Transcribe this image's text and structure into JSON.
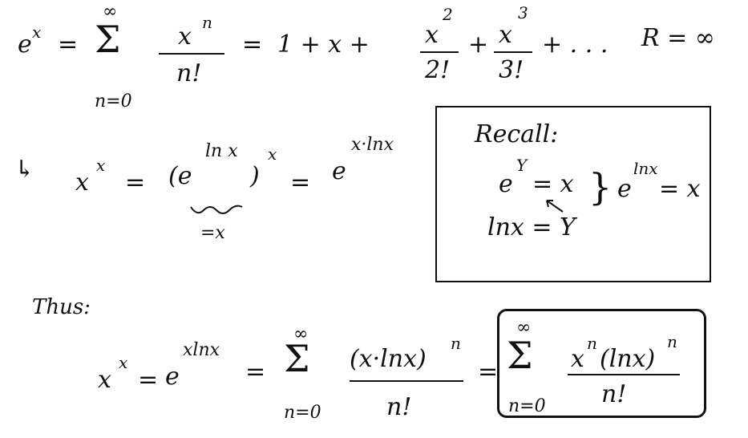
{
  "line1": {
    "lhs": "e",
    "lhs_exp": "x",
    "eq1": "=",
    "sum_top": "∞",
    "sigma": "Σ",
    "sum_bottom": "n=0",
    "frac_num": "x",
    "frac_num_exp": "n",
    "frac_den": "n!",
    "eq2": "=",
    "series_head": "1 + x +",
    "t2_num": "x",
    "t2_exp": "2",
    "t2_den": "2!",
    "plus": "+",
    "t3_num": "x",
    "t3_exp": "3",
    "t3_den": "3!",
    "tail": "+ . . .",
    "radius": "R = ∞"
  },
  "line2": {
    "arrow": "↳",
    "base": "x",
    "base_exp": "x",
    "eq1": "=",
    "paren_expr": "(e",
    "paren_exp": "ln x",
    "paren_close": ")",
    "outer_exp": "x",
    "eq2": "=",
    "rhs": "e",
    "rhs_exp": "x·lnx",
    "under_note": "=x"
  },
  "recall": {
    "title": "Recall:",
    "eq_a_base": "e",
    "eq_a_exp": "Y",
    "eq_a_rest": "= x",
    "eq_b": "lnx = Y",
    "brace": "}",
    "res_base": "e",
    "res_exp": "lnx",
    "res_rest": "= x"
  },
  "line3": {
    "label": "Thus:"
  },
  "line4": {
    "lhs": "x",
    "lhs_exp": "x",
    "eq1": "=",
    "e": "e",
    "e_exp": "xlnx",
    "eq2": "=",
    "sum_top": "∞",
    "sigma": "Σ",
    "sum_bottom": "n=0",
    "num": "(x·lnx)",
    "num_exp": "n",
    "den": "n!",
    "eq3": "=",
    "box_sum_top": "∞",
    "box_sigma": "Σ",
    "box_sum_bottom": "n=0",
    "box_num": "x",
    "box_num_exp": "n",
    "box_num_rest": "(lnx)",
    "box_num_rest_exp": "n",
    "box_den": "n!"
  }
}
